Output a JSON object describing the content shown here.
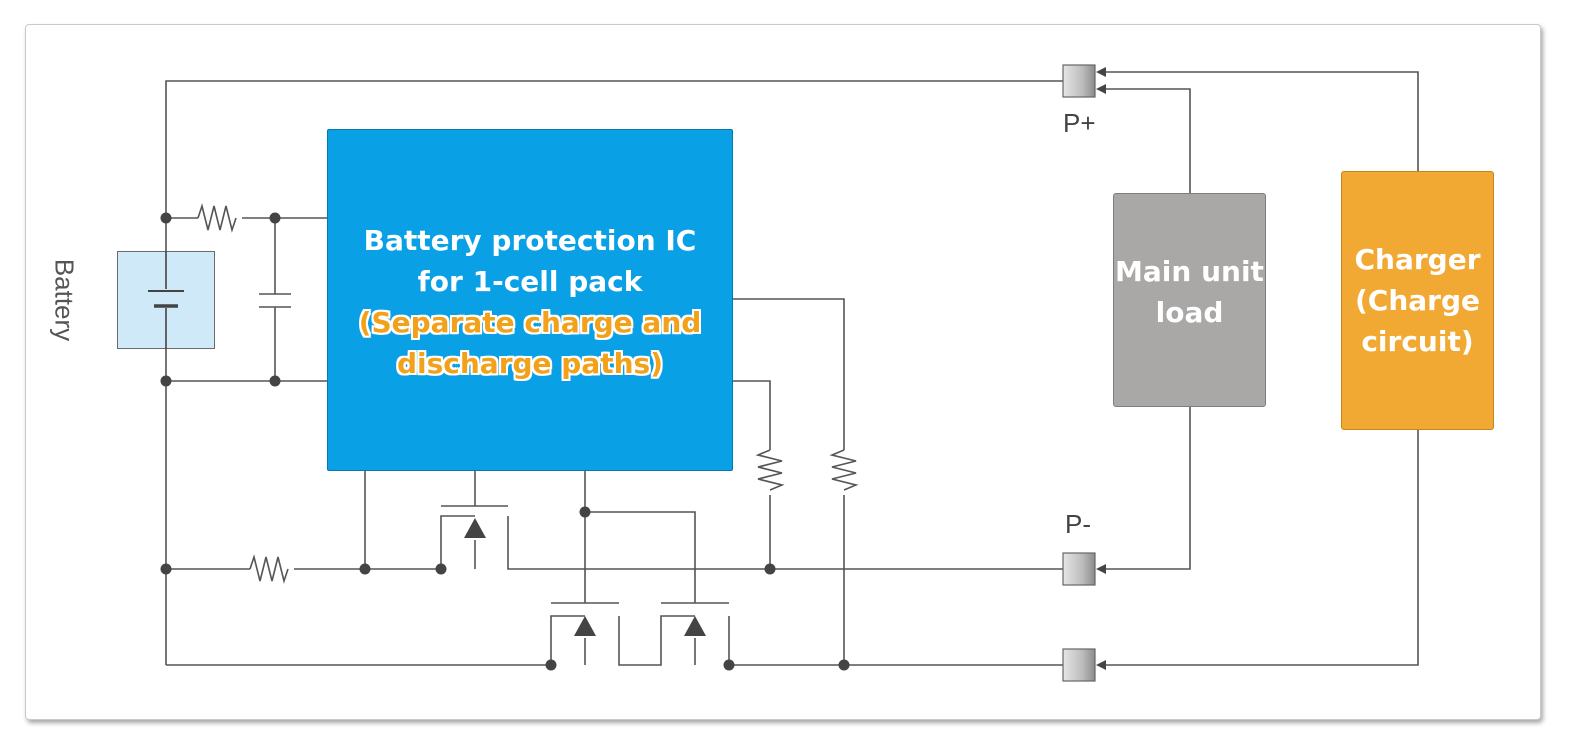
{
  "ic": {
    "line1": "Battery protection IC",
    "line2": "for 1-cell pack",
    "line3": "(Separate charge and",
    "line4": "discharge paths)"
  },
  "battery": {
    "label": "Battery"
  },
  "load": {
    "line1": "Main unit",
    "line2": "load"
  },
  "charger": {
    "line1": "Charger",
    "line2": "(Charge",
    "line3": "circuit)"
  },
  "terminals": {
    "p_plus": "P+",
    "p_minus": "P-"
  },
  "colors": {
    "ic_fill": "#0aa0e6",
    "battery_fill": "#cfe9f9",
    "load_fill": "#a9a8a7",
    "charger_fill": "#f2a933",
    "highlight_text": "#f2a21a",
    "wire": "#555555"
  }
}
